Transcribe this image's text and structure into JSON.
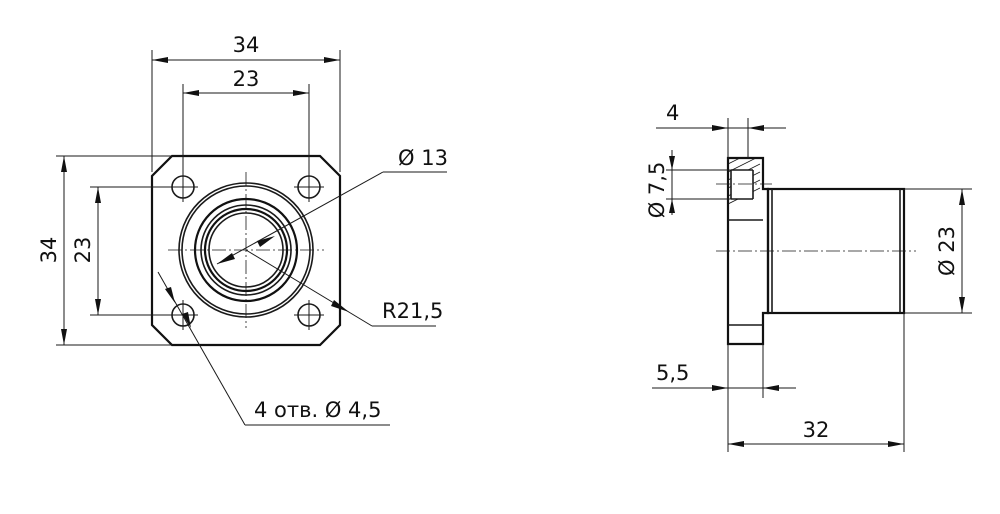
{
  "front_view": {
    "width_outer": "34",
    "width_holes": "23",
    "height_outer": "34",
    "height_holes": "23",
    "bore_diameter": "Ø 13",
    "corner_radius": "R21,5",
    "holes_note": "4 отв. Ø 4,5"
  },
  "side_view": {
    "flange_thickness": "4",
    "counterbore_diameter": "Ø 7,5",
    "body_diameter": "Ø 23",
    "flange_offset": "5,5",
    "overall_length": "32"
  }
}
